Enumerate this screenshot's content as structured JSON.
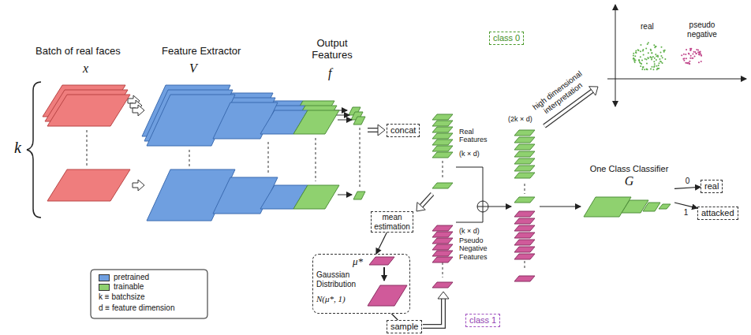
{
  "diagram": {
    "nodes": [
      {
        "text": [
          "concat"
        ]
      },
      {
        "text": [
          "class 0"
        ]
      },
      {
        "text": [
          "mean estimation"
        ]
      },
      {
        "text": [
          "μ*",
          "Gaussian Distribution",
          "N(μ*, 1)"
        ]
      },
      {
        "text": [
          "sample"
        ]
      },
      {
        "text": [
          "class 1"
        ]
      },
      {
        "text": [
          "One Class Classifier",
          "G"
        ]
      },
      {
        "text": [
          "real"
        ]
      },
      {
        "text": [
          "attacked"
        ]
      }
    ],
    "edges": [
      {
        "from": 2,
        "to": 3,
        "arrow": "to"
      },
      {
        "from": 3,
        "to": 4,
        "arrow": "none"
      },
      {
        "from": 6,
        "to": 7,
        "label": "0",
        "arrow": "to"
      },
      {
        "from": 6,
        "to": 8,
        "label": "1",
        "arrow": "to"
      }
    ],
    "labels": [
      "Batch of real faces",
      "x",
      "k",
      "Feature Extractor",
      "V",
      "Output Features",
      "f",
      "Real Features",
      "(k × d)",
      "(2k × d)",
      "(k × d)",
      "Pseudo Negative Features",
      "high dimensional interpretation",
      "real",
      "pseudo negative",
      "k ≡ batchsize",
      "d ≡ feature dimension"
    ],
    "legend": [
      {
        "text": "pretrained",
        "color": "#6f9fe0"
      },
      {
        "text": "trainable",
        "color": "#8fd16f"
      }
    ]
  }
}
